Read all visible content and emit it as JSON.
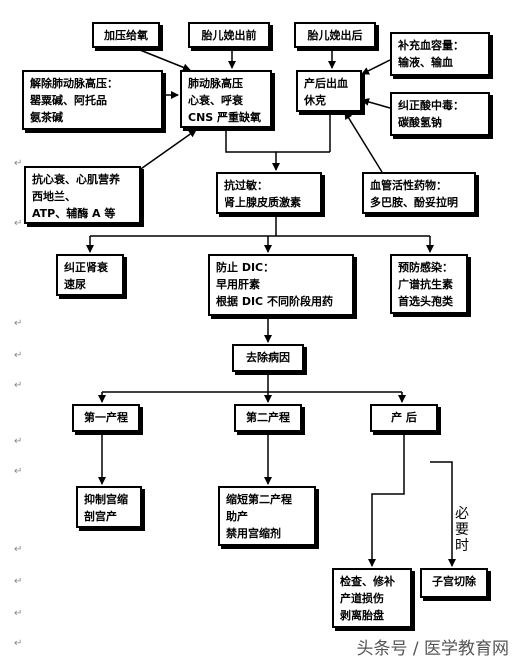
{
  "boxes": {
    "b_jiaya": {
      "lines": [
        "加压给氧"
      ]
    },
    "b_taier_qian": {
      "lines": [
        "胎儿娩出前"
      ]
    },
    "b_taier_hou": {
      "lines": [
        "胎儿娩出后"
      ]
    },
    "b_buchong": {
      "lines": [
        "补充血容量：",
        "输液、输血"
      ]
    },
    "b_jiechu": {
      "lines": [
        "解除肺动脉高压：",
        "罂粟碱、阿托品",
        "氨茶碱"
      ]
    },
    "b_feidong": {
      "lines": [
        "肺动脉高压",
        "心衰、呼衰",
        "CNS 严重缺氧"
      ]
    },
    "b_chanhou_chuxue": {
      "lines": [
        "产后出血",
        "休克"
      ]
    },
    "b_jiuzheng_suan": {
      "lines": [
        "纠正酸中毒：",
        "碳酸氢钠"
      ]
    },
    "b_kangxin": {
      "lines": [
        "抗心衰、心肌营养",
        "西地兰、",
        "ATP、辅酶 A 等"
      ]
    },
    "b_kangguomin": {
      "lines": [
        "抗过敏：",
        "肾上腺皮质激素"
      ]
    },
    "b_xueguan": {
      "lines": [
        "血管活性药物：",
        "多巴胺、酚妥拉明"
      ]
    },
    "b_shenshuai": {
      "lines": [
        "纠正肾衰",
        "速尿"
      ]
    },
    "b_dic": {
      "lines": [
        "防止 DIC：",
        "早用肝素",
        "根据 DIC 不同阶段用药"
      ]
    },
    "b_ganran": {
      "lines": [
        "预防感染：",
        "广谱抗生素",
        "首选头孢类"
      ]
    },
    "b_qubing": {
      "lines": [
        "去除病因"
      ]
    },
    "b_di1": {
      "lines": [
        "第一产程"
      ]
    },
    "b_di2": {
      "lines": [
        "第二产程"
      ]
    },
    "b_chanhou": {
      "lines": [
        "产    后"
      ]
    },
    "b_yizhi": {
      "lines": [
        "抑制宫缩",
        "剖宫产"
      ]
    },
    "b_suoduan": {
      "lines": [
        "缩短第二产程",
        "助产",
        "禁用宫缩剂"
      ]
    },
    "b_jiancha": {
      "lines": [
        "检查、修补",
        "产道损伤",
        "剥离胎盘"
      ]
    },
    "b_zigong": {
      "lines": [
        "子宫切除"
      ]
    }
  },
  "side_label": "必要时",
  "watermark": "头条号 / 医学教育网"
}
